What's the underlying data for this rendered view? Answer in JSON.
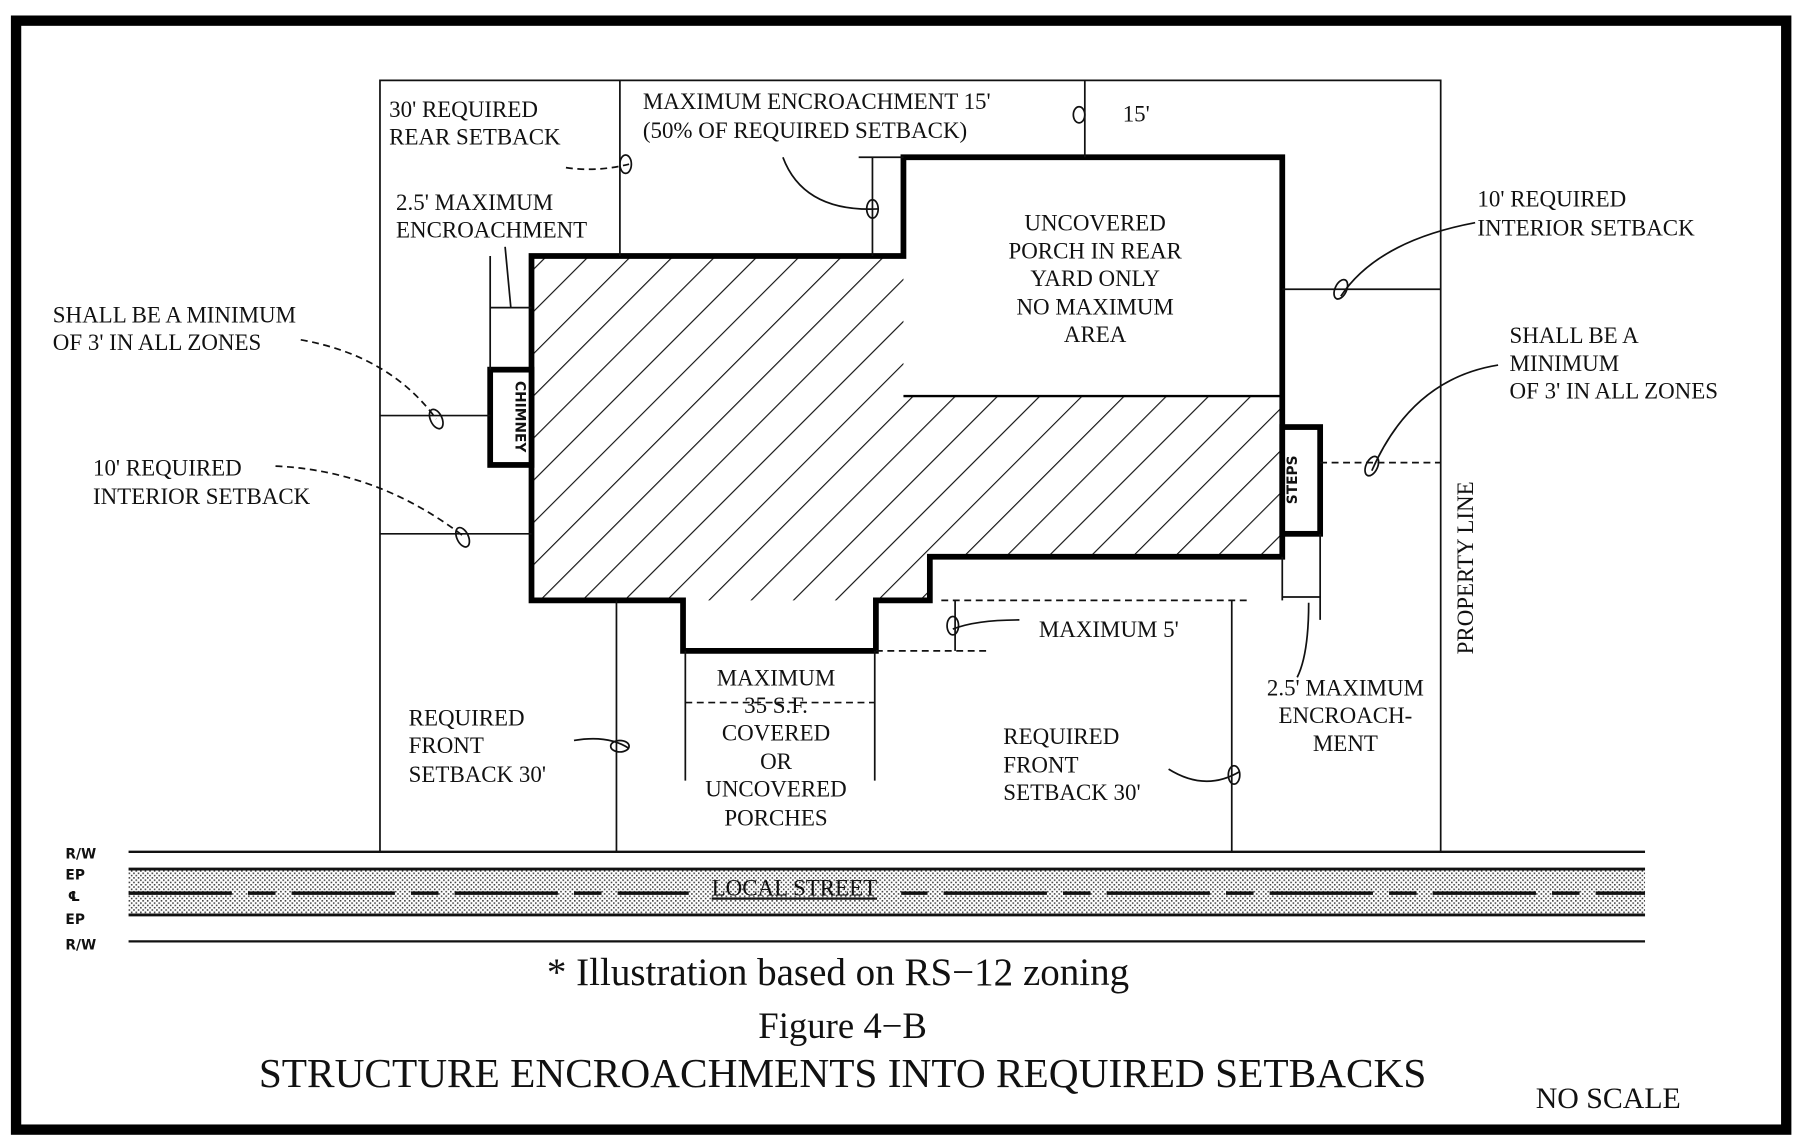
{
  "labels": {
    "rear_setback": [
      "30' REQUIRED",
      "REAR SETBACK"
    ],
    "max_encroachment_15": [
      "MAXIMUM ENCROACHMENT 15'",
      "(50% OF REQUIRED SETBACK)"
    ],
    "dim_15": "15'",
    "chimney_encroachment": [
      "2.5' MAXIMUM",
      "ENCROACHMENT"
    ],
    "rear_porch": [
      "UNCOVERED",
      "PORCH IN REAR",
      "YARD ONLY",
      "NO MAXIMUM",
      "AREA"
    ],
    "interior_setback_right": [
      "10' REQUIRED",
      "INTERIOR SETBACK"
    ],
    "min_3_left": [
      "SHALL BE A MINIMUM",
      "OF 3' IN ALL ZONES"
    ],
    "min_3_right": [
      "SHALL BE A",
      "MINIMUM",
      "OF 3' IN ALL ZONES"
    ],
    "interior_setback_left": [
      "10' REQUIRED",
      "INTERIOR SETBACK"
    ],
    "chimney": "CHIMNEY",
    "steps": "STEPS",
    "property_line": "PROPERTY LINE",
    "maximum_5": "MAXIMUM 5'",
    "front_porch": [
      "MAXIMUM",
      "35 S.F.",
      "COVERED",
      "OR",
      "UNCOVERED",
      "PORCHES"
    ],
    "front_setback_left": [
      "REQUIRED",
      "FRONT",
      "SETBACK 30'"
    ],
    "front_setback_right": [
      "REQUIRED",
      "FRONT",
      "SETBACK 30'"
    ],
    "steps_encroachment": [
      "2.5' MAXIMUM",
      "ENCROACH-",
      "MENT"
    ]
  },
  "street": {
    "name": "LOCAL STREET",
    "row_top": "R/W",
    "ep_top": "EP",
    "centerline": "℄",
    "ep_bottom": "EP",
    "row_bottom": "R/W"
  },
  "caption": {
    "note": "* Illustration based on RS−12 zoning",
    "figure": "Figure 4−B",
    "title": "STRUCTURE  ENCROACHMENTS INTO REQUIRED SETBACKS",
    "scale": "NO SCALE"
  }
}
